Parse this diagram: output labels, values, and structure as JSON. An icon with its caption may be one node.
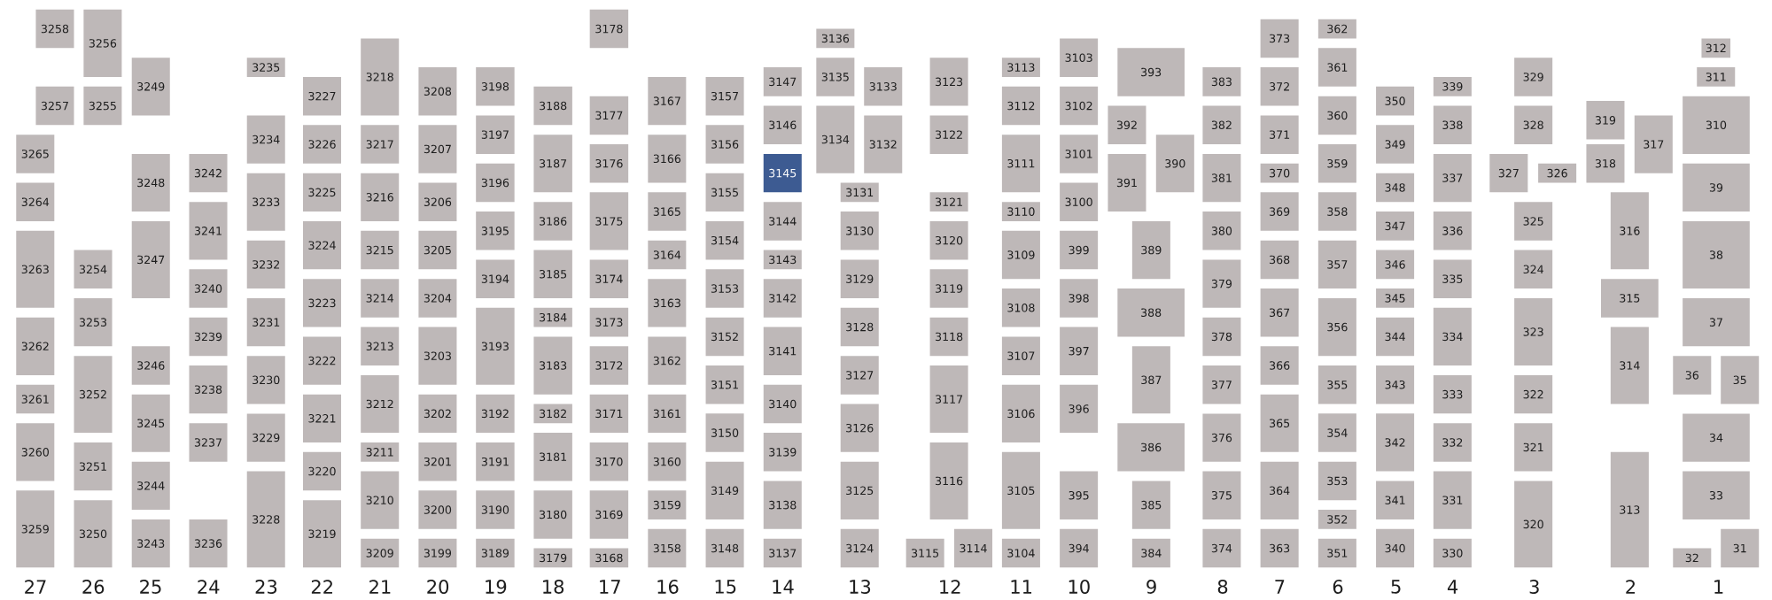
{
  "diagram": {
    "nodes": [
      {
        "text": [
          "3258"
        ]
      },
      {
        "text": [
          "3257"
        ]
      },
      {
        "text": [
          "3265"
        ]
      },
      {
        "text": [
          "3264"
        ]
      },
      {
        "text": [
          "3263"
        ]
      },
      {
        "text": [
          "3262"
        ]
      },
      {
        "text": [
          "3261"
        ]
      },
      {
        "text": [
          "3260"
        ]
      },
      {
        "text": [
          "3259"
        ]
      },
      {
        "text": [
          "3256"
        ]
      },
      {
        "text": [
          "3255"
        ]
      },
      {
        "text": [
          "3254"
        ]
      },
      {
        "text": [
          "3253"
        ]
      },
      {
        "text": [
          "3252"
        ]
      },
      {
        "text": [
          "3251"
        ]
      },
      {
        "text": [
          "3250"
        ]
      },
      {
        "text": [
          "3249"
        ]
      },
      {
        "text": [
          "3248"
        ]
      },
      {
        "text": [
          "3247"
        ]
      },
      {
        "text": [
          "3246"
        ]
      },
      {
        "text": [
          "3245"
        ]
      },
      {
        "text": [
          "3244"
        ]
      },
      {
        "text": [
          "3243"
        ]
      },
      {
        "text": [
          "3242"
        ]
      },
      {
        "text": [
          "3241"
        ]
      },
      {
        "text": [
          "3240"
        ]
      },
      {
        "text": [
          "3239"
        ]
      },
      {
        "text": [
          "3238"
        ]
      },
      {
        "text": [
          "3237"
        ]
      },
      {
        "text": [
          "3236"
        ]
      },
      {
        "text": [
          "3235"
        ]
      },
      {
        "text": [
          "3234"
        ]
      },
      {
        "text": [
          "3233"
        ]
      },
      {
        "text": [
          "3232"
        ]
      },
      {
        "text": [
          "3231"
        ]
      },
      {
        "text": [
          "3230"
        ]
      },
      {
        "text": [
          "3229"
        ]
      },
      {
        "text": [
          "3228"
        ]
      },
      {
        "text": [
          "3227"
        ]
      },
      {
        "text": [
          "3226"
        ]
      },
      {
        "text": [
          "3225"
        ]
      },
      {
        "text": [
          "3224"
        ]
      },
      {
        "text": [
          "3223"
        ]
      },
      {
        "text": [
          "3222"
        ]
      },
      {
        "text": [
          "3221"
        ]
      },
      {
        "text": [
          "3220"
        ]
      },
      {
        "text": [
          "3219"
        ]
      },
      {
        "text": [
          "3218"
        ]
      },
      {
        "text": [
          "3217"
        ]
      },
      {
        "text": [
          "3216"
        ]
      },
      {
        "text": [
          "3215"
        ]
      },
      {
        "text": [
          "3214"
        ]
      },
      {
        "text": [
          "3213"
        ]
      },
      {
        "text": [
          "3212"
        ]
      },
      {
        "text": [
          "3211"
        ]
      },
      {
        "text": [
          "3210"
        ]
      },
      {
        "text": [
          "3209"
        ]
      },
      {
        "text": [
          "3208"
        ]
      },
      {
        "text": [
          "3207"
        ]
      },
      {
        "text": [
          "3206"
        ]
      },
      {
        "text": [
          "3205"
        ]
      },
      {
        "text": [
          "3204"
        ]
      },
      {
        "text": [
          "3203"
        ]
      },
      {
        "text": [
          "3202"
        ]
      },
      {
        "text": [
          "3201"
        ]
      },
      {
        "text": [
          "3200"
        ]
      },
      {
        "text": [
          "3199"
        ]
      },
      {
        "text": [
          "3198"
        ]
      },
      {
        "text": [
          "3197"
        ]
      },
      {
        "text": [
          "3196"
        ]
      },
      {
        "text": [
          "3195"
        ]
      },
      {
        "text": [
          "3194"
        ]
      },
      {
        "text": [
          "3193"
        ]
      },
      {
        "text": [
          "3192"
        ]
      },
      {
        "text": [
          "3191"
        ]
      },
      {
        "text": [
          "3190"
        ]
      },
      {
        "text": [
          "3189"
        ]
      },
      {
        "text": [
          "3188"
        ]
      },
      {
        "text": [
          "3187"
        ]
      },
      {
        "text": [
          "3186"
        ]
      },
      {
        "text": [
          "3185"
        ]
      },
      {
        "text": [
          "3184"
        ]
      },
      {
        "text": [
          "3183"
        ]
      },
      {
        "text": [
          "3182"
        ]
      },
      {
        "text": [
          "3181"
        ]
      },
      {
        "text": [
          "3180"
        ]
      },
      {
        "text": [
          "3179"
        ]
      },
      {
        "text": [
          "3178"
        ]
      },
      {
        "text": [
          "3177"
        ]
      },
      {
        "text": [
          "3176"
        ]
      },
      {
        "text": [
          "3175"
        ]
      },
      {
        "text": [
          "3174"
        ]
      },
      {
        "text": [
          "3173"
        ]
      },
      {
        "text": [
          "3172"
        ]
      },
      {
        "text": [
          "3171"
        ]
      },
      {
        "text": [
          "3170"
        ]
      },
      {
        "text": [
          "3169"
        ]
      },
      {
        "text": [
          "3168"
        ]
      },
      {
        "text": [
          "3167"
        ]
      },
      {
        "text": [
          "3166"
        ]
      },
      {
        "text": [
          "3165"
        ]
      },
      {
        "text": [
          "3164"
        ]
      },
      {
        "text": [
          "3163"
        ]
      },
      {
        "text": [
          "3162"
        ]
      },
      {
        "text": [
          "3161"
        ]
      },
      {
        "text": [
          "3160"
        ]
      },
      {
        "text": [
          "3159"
        ]
      },
      {
        "text": [
          "3158"
        ]
      },
      {
        "text": [
          "3157"
        ]
      },
      {
        "text": [
          "3156"
        ]
      },
      {
        "text": [
          "3155"
        ]
      },
      {
        "text": [
          "3154"
        ]
      },
      {
        "text": [
          "3153"
        ]
      },
      {
        "text": [
          "3152"
        ]
      },
      {
        "text": [
          "3151"
        ]
      },
      {
        "text": [
          "3150"
        ]
      },
      {
        "text": [
          "3149"
        ]
      },
      {
        "text": [
          "3148"
        ]
      },
      {
        "text": [
          "3147"
        ]
      },
      {
        "text": [
          "3146"
        ]
      },
      {
        "text": [
          "3145"
        ]
      },
      {
        "text": [
          "3144"
        ]
      },
      {
        "text": [
          "3143"
        ]
      },
      {
        "text": [
          "3142"
        ]
      },
      {
        "text": [
          "3141"
        ]
      },
      {
        "text": [
          "3140"
        ]
      },
      {
        "text": [
          "3139"
        ]
      },
      {
        "text": [
          "3138"
        ]
      },
      {
        "text": [
          "3137"
        ]
      },
      {
        "text": [
          "3136"
        ]
      },
      {
        "text": [
          "3135"
        ]
      },
      {
        "text": [
          "3134"
        ]
      },
      {
        "text": [
          "3133"
        ]
      },
      {
        "text": [
          "3132"
        ]
      },
      {
        "text": [
          "3131"
        ]
      },
      {
        "text": [
          "3130"
        ]
      },
      {
        "text": [
          "3129"
        ]
      },
      {
        "text": [
          "3128"
        ]
      },
      {
        "text": [
          "3127"
        ]
      },
      {
        "text": [
          "3126"
        ]
      },
      {
        "text": [
          "3125"
        ]
      },
      {
        "text": [
          "3124"
        ]
      },
      {
        "text": [
          "3123"
        ]
      },
      {
        "text": [
          "3122"
        ]
      },
      {
        "text": [
          "3121"
        ]
      },
      {
        "text": [
          "3120"
        ]
      },
      {
        "text": [
          "3119"
        ]
      },
      {
        "text": [
          "3118"
        ]
      },
      {
        "text": [
          "3117"
        ]
      },
      {
        "text": [
          "3116"
        ]
      },
      {
        "text": [
          "3115"
        ]
      },
      {
        "text": [
          "3114"
        ]
      },
      {
        "text": [
          "3113"
        ]
      },
      {
        "text": [
          "3112"
        ]
      },
      {
        "text": [
          "3111"
        ]
      },
      {
        "text": [
          "3110"
        ]
      },
      {
        "text": [
          "3109"
        ]
      },
      {
        "text": [
          "3108"
        ]
      },
      {
        "text": [
          "3107"
        ]
      },
      {
        "text": [
          "3106"
        ]
      },
      {
        "text": [
          "3105"
        ]
      },
      {
        "text": [
          "3104"
        ]
      },
      {
        "text": [
          "3103"
        ]
      },
      {
        "text": [
          "3102"
        ]
      },
      {
        "text": [
          "3101"
        ]
      },
      {
        "text": [
          "3100"
        ]
      },
      {
        "text": [
          "399"
        ]
      },
      {
        "text": [
          "398"
        ]
      },
      {
        "text": [
          "397"
        ]
      },
      {
        "text": [
          "396"
        ]
      },
      {
        "text": [
          "395"
        ]
      },
      {
        "text": [
          "394"
        ]
      },
      {
        "text": [
          "393"
        ]
      },
      {
        "text": [
          "392"
        ]
      },
      {
        "text": [
          "391"
        ]
      },
      {
        "text": [
          "390"
        ]
      },
      {
        "text": [
          "389"
        ]
      },
      {
        "text": [
          "388"
        ]
      },
      {
        "text": [
          "387"
        ]
      },
      {
        "text": [
          "386"
        ]
      },
      {
        "text": [
          "385"
        ]
      },
      {
        "text": [
          "384"
        ]
      },
      {
        "text": [
          "383"
        ]
      },
      {
        "text": [
          "382"
        ]
      },
      {
        "text": [
          "381"
        ]
      },
      {
        "text": [
          "380"
        ]
      },
      {
        "text": [
          "379"
        ]
      },
      {
        "text": [
          "378"
        ]
      },
      {
        "text": [
          "377"
        ]
      },
      {
        "text": [
          "376"
        ]
      },
      {
        "text": [
          "375"
        ]
      },
      {
        "text": [
          "374"
        ]
      },
      {
        "text": [
          "373"
        ]
      },
      {
        "text": [
          "372"
        ]
      },
      {
        "text": [
          "371"
        ]
      },
      {
        "text": [
          "370"
        ]
      },
      {
        "text": [
          "369"
        ]
      },
      {
        "text": [
          "368"
        ]
      },
      {
        "text": [
          "367"
        ]
      },
      {
        "text": [
          "366"
        ]
      },
      {
        "text": [
          "365"
        ]
      },
      {
        "text": [
          "364"
        ]
      },
      {
        "text": [
          "363"
        ]
      },
      {
        "text": [
          "362"
        ]
      },
      {
        "text": [
          "361"
        ]
      },
      {
        "text": [
          "360"
        ]
      },
      {
        "text": [
          "359"
        ]
      },
      {
        "text": [
          "358"
        ]
      },
      {
        "text": [
          "357"
        ]
      },
      {
        "text": [
          "356"
        ]
      },
      {
        "text": [
          "355"
        ]
      },
      {
        "text": [
          "354"
        ]
      },
      {
        "text": [
          "353"
        ]
      },
      {
        "text": [
          "352"
        ]
      },
      {
        "text": [
          "351"
        ]
      },
      {
        "text": [
          "350"
        ]
      },
      {
        "text": [
          "349"
        ]
      },
      {
        "text": [
          "348"
        ]
      },
      {
        "text": [
          "347"
        ]
      },
      {
        "text": [
          "346"
        ]
      },
      {
        "text": [
          "345"
        ]
      },
      {
        "text": [
          "344"
        ]
      },
      {
        "text": [
          "343"
        ]
      },
      {
        "text": [
          "342"
        ]
      },
      {
        "text": [
          "341"
        ]
      },
      {
        "text": [
          "340"
        ]
      },
      {
        "text": [
          "339"
        ]
      },
      {
        "text": [
          "338"
        ]
      },
      {
        "text": [
          "337"
        ]
      },
      {
        "text": [
          "336"
        ]
      },
      {
        "text": [
          "335"
        ]
      },
      {
        "text": [
          "334"
        ]
      },
      {
        "text": [
          "333"
        ]
      },
      {
        "text": [
          "332"
        ]
      },
      {
        "text": [
          "331"
        ]
      },
      {
        "text": [
          "330"
        ]
      },
      {
        "text": [
          "329"
        ]
      },
      {
        "text": [
          "328"
        ]
      },
      {
        "text": [
          "327"
        ]
      },
      {
        "text": [
          "326"
        ]
      },
      {
        "text": [
          "325"
        ]
      },
      {
        "text": [
          "324"
        ]
      },
      {
        "text": [
          "323"
        ]
      },
      {
        "text": [
          "322"
        ]
      },
      {
        "text": [
          "321"
        ]
      },
      {
        "text": [
          "320"
        ]
      },
      {
        "text": [
          "319"
        ]
      },
      {
        "text": [
          "318"
        ]
      },
      {
        "text": [
          "317"
        ]
      },
      {
        "text": [
          "316"
        ]
      },
      {
        "text": [
          "315"
        ]
      },
      {
        "text": [
          "314"
        ]
      },
      {
        "text": [
          "313"
        ]
      },
      {
        "text": [
          "312"
        ]
      },
      {
        "text": [
          "311"
        ]
      },
      {
        "text": [
          "310"
        ]
      },
      {
        "text": [
          "39"
        ]
      },
      {
        "text": [
          "38"
        ]
      },
      {
        "text": [
          "37"
        ]
      },
      {
        "text": [
          "36"
        ]
      },
      {
        "text": [
          "35"
        ]
      },
      {
        "text": [
          "34"
        ]
      },
      {
        "text": [
          "33"
        ]
      },
      {
        "text": [
          "32"
        ]
      },
      {
        "text": [
          "31"
        ]
      }
    ],
    "labels": [
      "27",
      "26",
      "25",
      "24",
      "23",
      "22",
      "21",
      "20",
      "19",
      "18",
      "17",
      "16",
      "15",
      "14",
      "13",
      "12",
      "11",
      "10",
      "9",
      "8",
      "7",
      "6",
      "5",
      "4",
      "3",
      "2",
      "1"
    ]
  }
}
